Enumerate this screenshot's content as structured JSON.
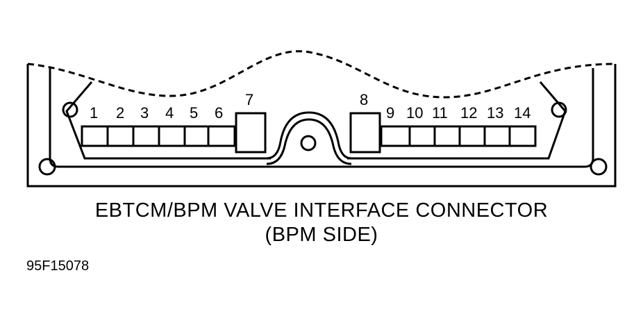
{
  "diagram": {
    "title": "EBTCM/BPM VALVE INTERFACE CONNECTOR",
    "subtitle": "(BPM SIDE)",
    "figure_id": "95F15078",
    "pins_left": [
      "1",
      "2",
      "3",
      "4",
      "5",
      "6"
    ],
    "pin_7": "7",
    "pin_8": "8",
    "pins_right": [
      "9",
      "10",
      "11",
      "12",
      "13",
      "14"
    ],
    "line_color": "#000000",
    "background": "#ffffff"
  }
}
